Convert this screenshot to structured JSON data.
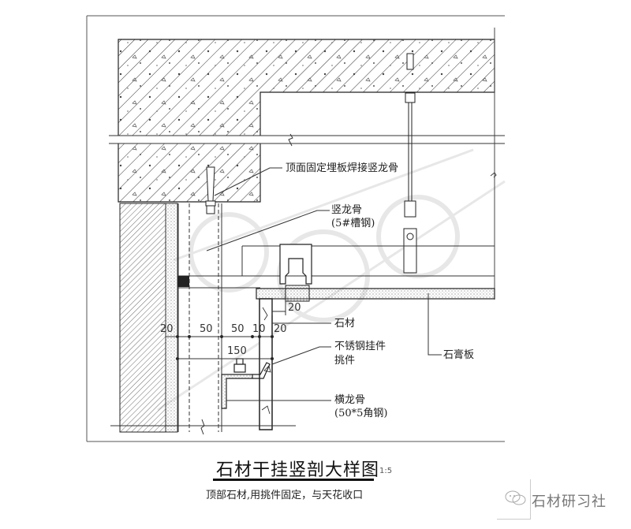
{
  "drawing": {
    "title": "石材干挂竖剖大样图",
    "scale": "1:5",
    "subtitle": "顶部石材,用挑件固定，与天花收口",
    "annotations": {
      "top_embed": "顶面固定埋板焊接竖龙骨",
      "vertical_keel": "竖龙骨",
      "vertical_keel_spec": "(5#槽钢)",
      "stone": "石材",
      "stainless_hanger": "不锈钢挂件",
      "bracket": "挑件",
      "gypsum_board": "石膏板",
      "horizontal_keel": "横龙骨",
      "horizontal_keel_spec": "(50*5角钢)"
    },
    "dimensions": {
      "d20_left": "20",
      "d50_a": "50",
      "d50_b": "50",
      "d10": "10",
      "d20_right": "20",
      "d150": "150",
      "d20_top": "20"
    },
    "colors": {
      "line": "#222222",
      "hatch": "#333333",
      "watermark": "#cfcfcf"
    }
  },
  "watermark": {
    "brand": "石材研习社"
  }
}
